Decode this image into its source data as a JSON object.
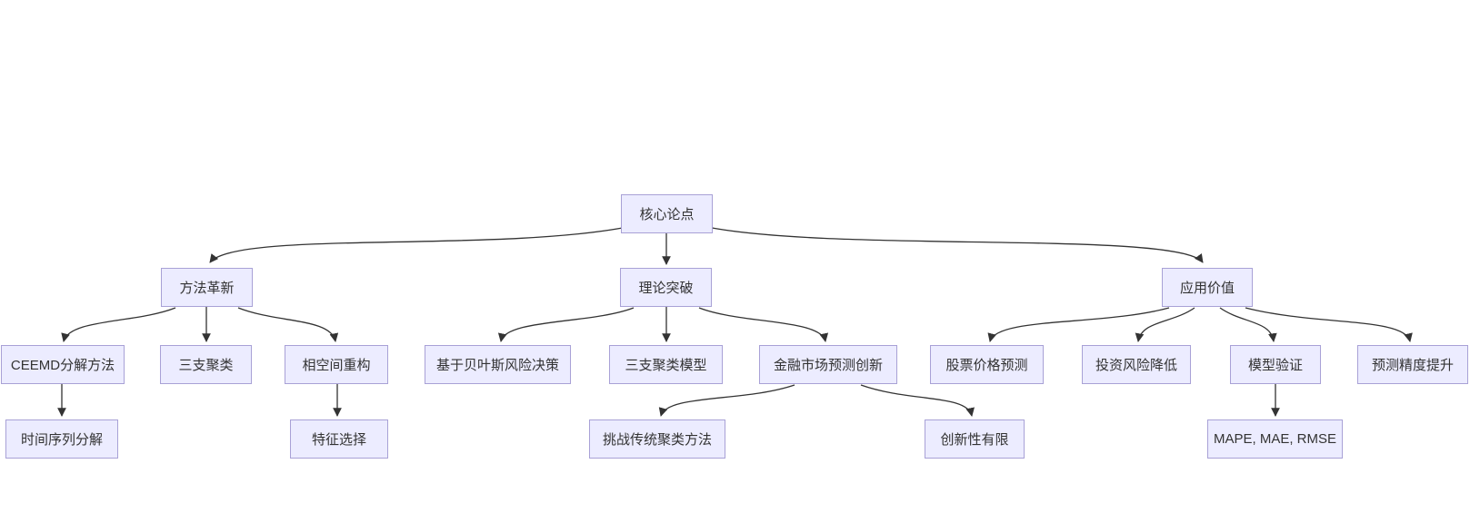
{
  "diagram": {
    "type": "flowchart-tree",
    "colors": {
      "background": "#FFFFFF",
      "node_fill": "#ECECFF",
      "node_border": "#A8A1D6",
      "node_text": "#333333",
      "edge": "#333333"
    },
    "nodes": {
      "core_argument": {
        "label": "核心论点"
      },
      "method_innovation": {
        "label": "方法革新"
      },
      "theory_breakthrough": {
        "label": "理论突破"
      },
      "application_value": {
        "label": "应用价值"
      },
      "ceemd_decomposition": {
        "label": "CEEMD分解方法"
      },
      "three_way_clustering": {
        "label": "三支聚类"
      },
      "phase_space_reconstruction": {
        "label": "相空间重构"
      },
      "bayesian_risk_decision": {
        "label": "基于贝叶斯风险决策"
      },
      "three_way_clustering_model": {
        "label": "三支聚类模型"
      },
      "financial_market_forecast_innovation": {
        "label": "金融市场预测创新"
      },
      "stock_price_prediction": {
        "label": "股票价格预测"
      },
      "investment_risk_reduction": {
        "label": "投资风险降低"
      },
      "model_validation": {
        "label": "模型验证"
      },
      "forecast_accuracy_improvement": {
        "label": "预测精度提升"
      },
      "time_series_decomposition": {
        "label": "时间序列分解"
      },
      "feature_selection": {
        "label": "特征选择"
      },
      "challenge_traditional_clustering": {
        "label": "挑战传统聚类方法"
      },
      "limited_novelty": {
        "label": "创新性有限"
      },
      "evaluation_metrics": {
        "label": "MAPE, MAE, RMSE"
      }
    },
    "edges": [
      {
        "from": "core_argument",
        "to": "method_innovation"
      },
      {
        "from": "core_argument",
        "to": "theory_breakthrough"
      },
      {
        "from": "core_argument",
        "to": "application_value"
      },
      {
        "from": "method_innovation",
        "to": "ceemd_decomposition"
      },
      {
        "from": "method_innovation",
        "to": "three_way_clustering"
      },
      {
        "from": "method_innovation",
        "to": "phase_space_reconstruction"
      },
      {
        "from": "theory_breakthrough",
        "to": "bayesian_risk_decision"
      },
      {
        "from": "theory_breakthrough",
        "to": "three_way_clustering_model"
      },
      {
        "from": "theory_breakthrough",
        "to": "financial_market_forecast_innovation"
      },
      {
        "from": "application_value",
        "to": "stock_price_prediction"
      },
      {
        "from": "application_value",
        "to": "investment_risk_reduction"
      },
      {
        "from": "application_value",
        "to": "model_validation"
      },
      {
        "from": "application_value",
        "to": "forecast_accuracy_improvement"
      },
      {
        "from": "ceemd_decomposition",
        "to": "time_series_decomposition"
      },
      {
        "from": "phase_space_reconstruction",
        "to": "feature_selection"
      },
      {
        "from": "financial_market_forecast_innovation",
        "to": "challenge_traditional_clustering"
      },
      {
        "from": "financial_market_forecast_innovation",
        "to": "limited_novelty"
      },
      {
        "from": "model_validation",
        "to": "evaluation_metrics"
      }
    ]
  }
}
